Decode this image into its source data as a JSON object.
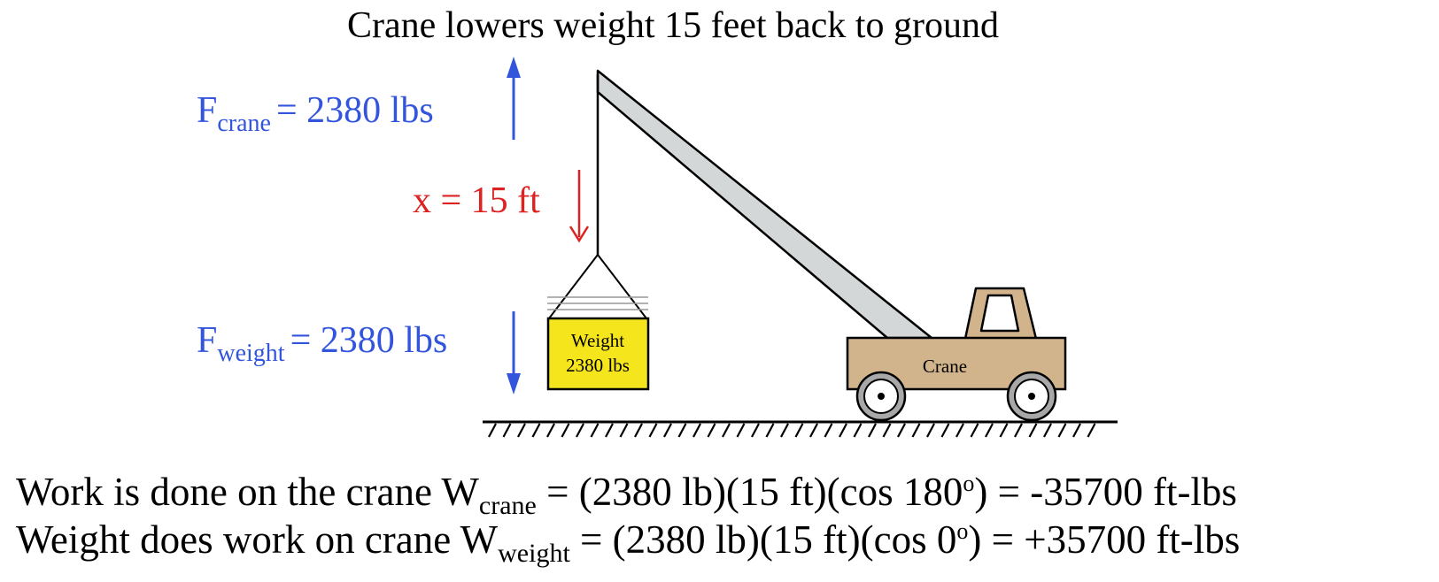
{
  "title": "Crane lowers weight 15 feet back to ground",
  "colors": {
    "force": "#3355dd",
    "displacement": "#dd2222",
    "boom": "#d3d7d7",
    "truck": "#d2b48c",
    "weight_box": "#f5e51c",
    "wheel": "#a8a8a8",
    "ground": "#000000"
  },
  "force_crane": {
    "symbol": "F",
    "subscript": "crane",
    "value": "= 2380 lbs"
  },
  "force_weight": {
    "symbol": "F",
    "subscript": "weight",
    "value": "= 2380 lbs"
  },
  "displacement": {
    "text": "x = 15 ft"
  },
  "weight_box": {
    "line1": "Weight",
    "line2": "2380 lbs"
  },
  "crane_label": "Crane",
  "equations": {
    "line1": {
      "prefix": "Work is done on the crane W",
      "subscript": "crane",
      "middle": " = (2380 lb)(15 ft)(cos 180",
      "degree": "o",
      "suffix": ") = -35700 ft-lbs"
    },
    "line2": {
      "prefix": "Weight does work on crane W",
      "subscript": "weight",
      "middle": " = (2380 lb)(15 ft)(cos 0",
      "degree": "o",
      "suffix": ") = +35700 ft-lbs"
    }
  }
}
